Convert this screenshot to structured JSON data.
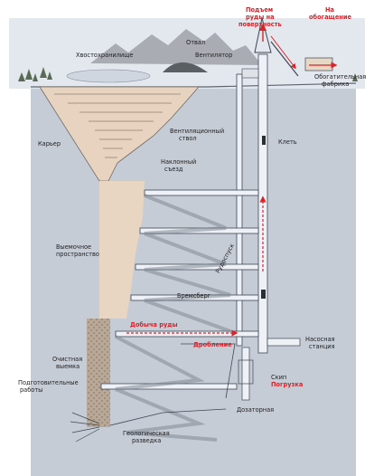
{
  "labels": {
    "ore_lift_line1": "Подъем",
    "ore_lift_line2": "руды на",
    "ore_lift_line3": "поверхность",
    "to_processing_line1": "На",
    "to_processing_line2": "обогащение",
    "tailings": "Хвостохранилище",
    "dump": "Отвал",
    "ventilator": "Вентилятор",
    "processing_plant_line1": "Обогатительная",
    "processing_plant_line2": "фабрика",
    "quarry": "Карьер",
    "vent_shaft_line1": "Вентиляционный",
    "vent_shaft_line2": "ствол",
    "cage": "Клеть",
    "inclined_drift_line1": "Наклонный",
    "inclined_drift_line2": "съезд",
    "stope_space_line1": "Выемочное",
    "stope_space_line2": "пространство",
    "bremsberg": "Бремсберг",
    "ore_pass": "Рудоспуск",
    "ore_mining": "Добыча руды",
    "crushing": "Дробление",
    "pump_station_line1": "Насосная",
    "pump_station_line2": "станция",
    "treatment_stope_line1": "Очистная",
    "treatment_stope_line2": "выемка",
    "preparatory_line1": "Подготовительные",
    "preparatory_line2": "работы",
    "skip": "Скип",
    "loading": "Погрузка",
    "dosing": "Дозаторная",
    "geology_line1": "Геологическая",
    "geology_line2": "разведка"
  },
  "colors": {
    "highlight_red": "#d8232a",
    "sky": "#e2e6ec",
    "rock": "#c9ced8",
    "ore": "#e9d6c4",
    "mountain": "#a7aab1"
  }
}
